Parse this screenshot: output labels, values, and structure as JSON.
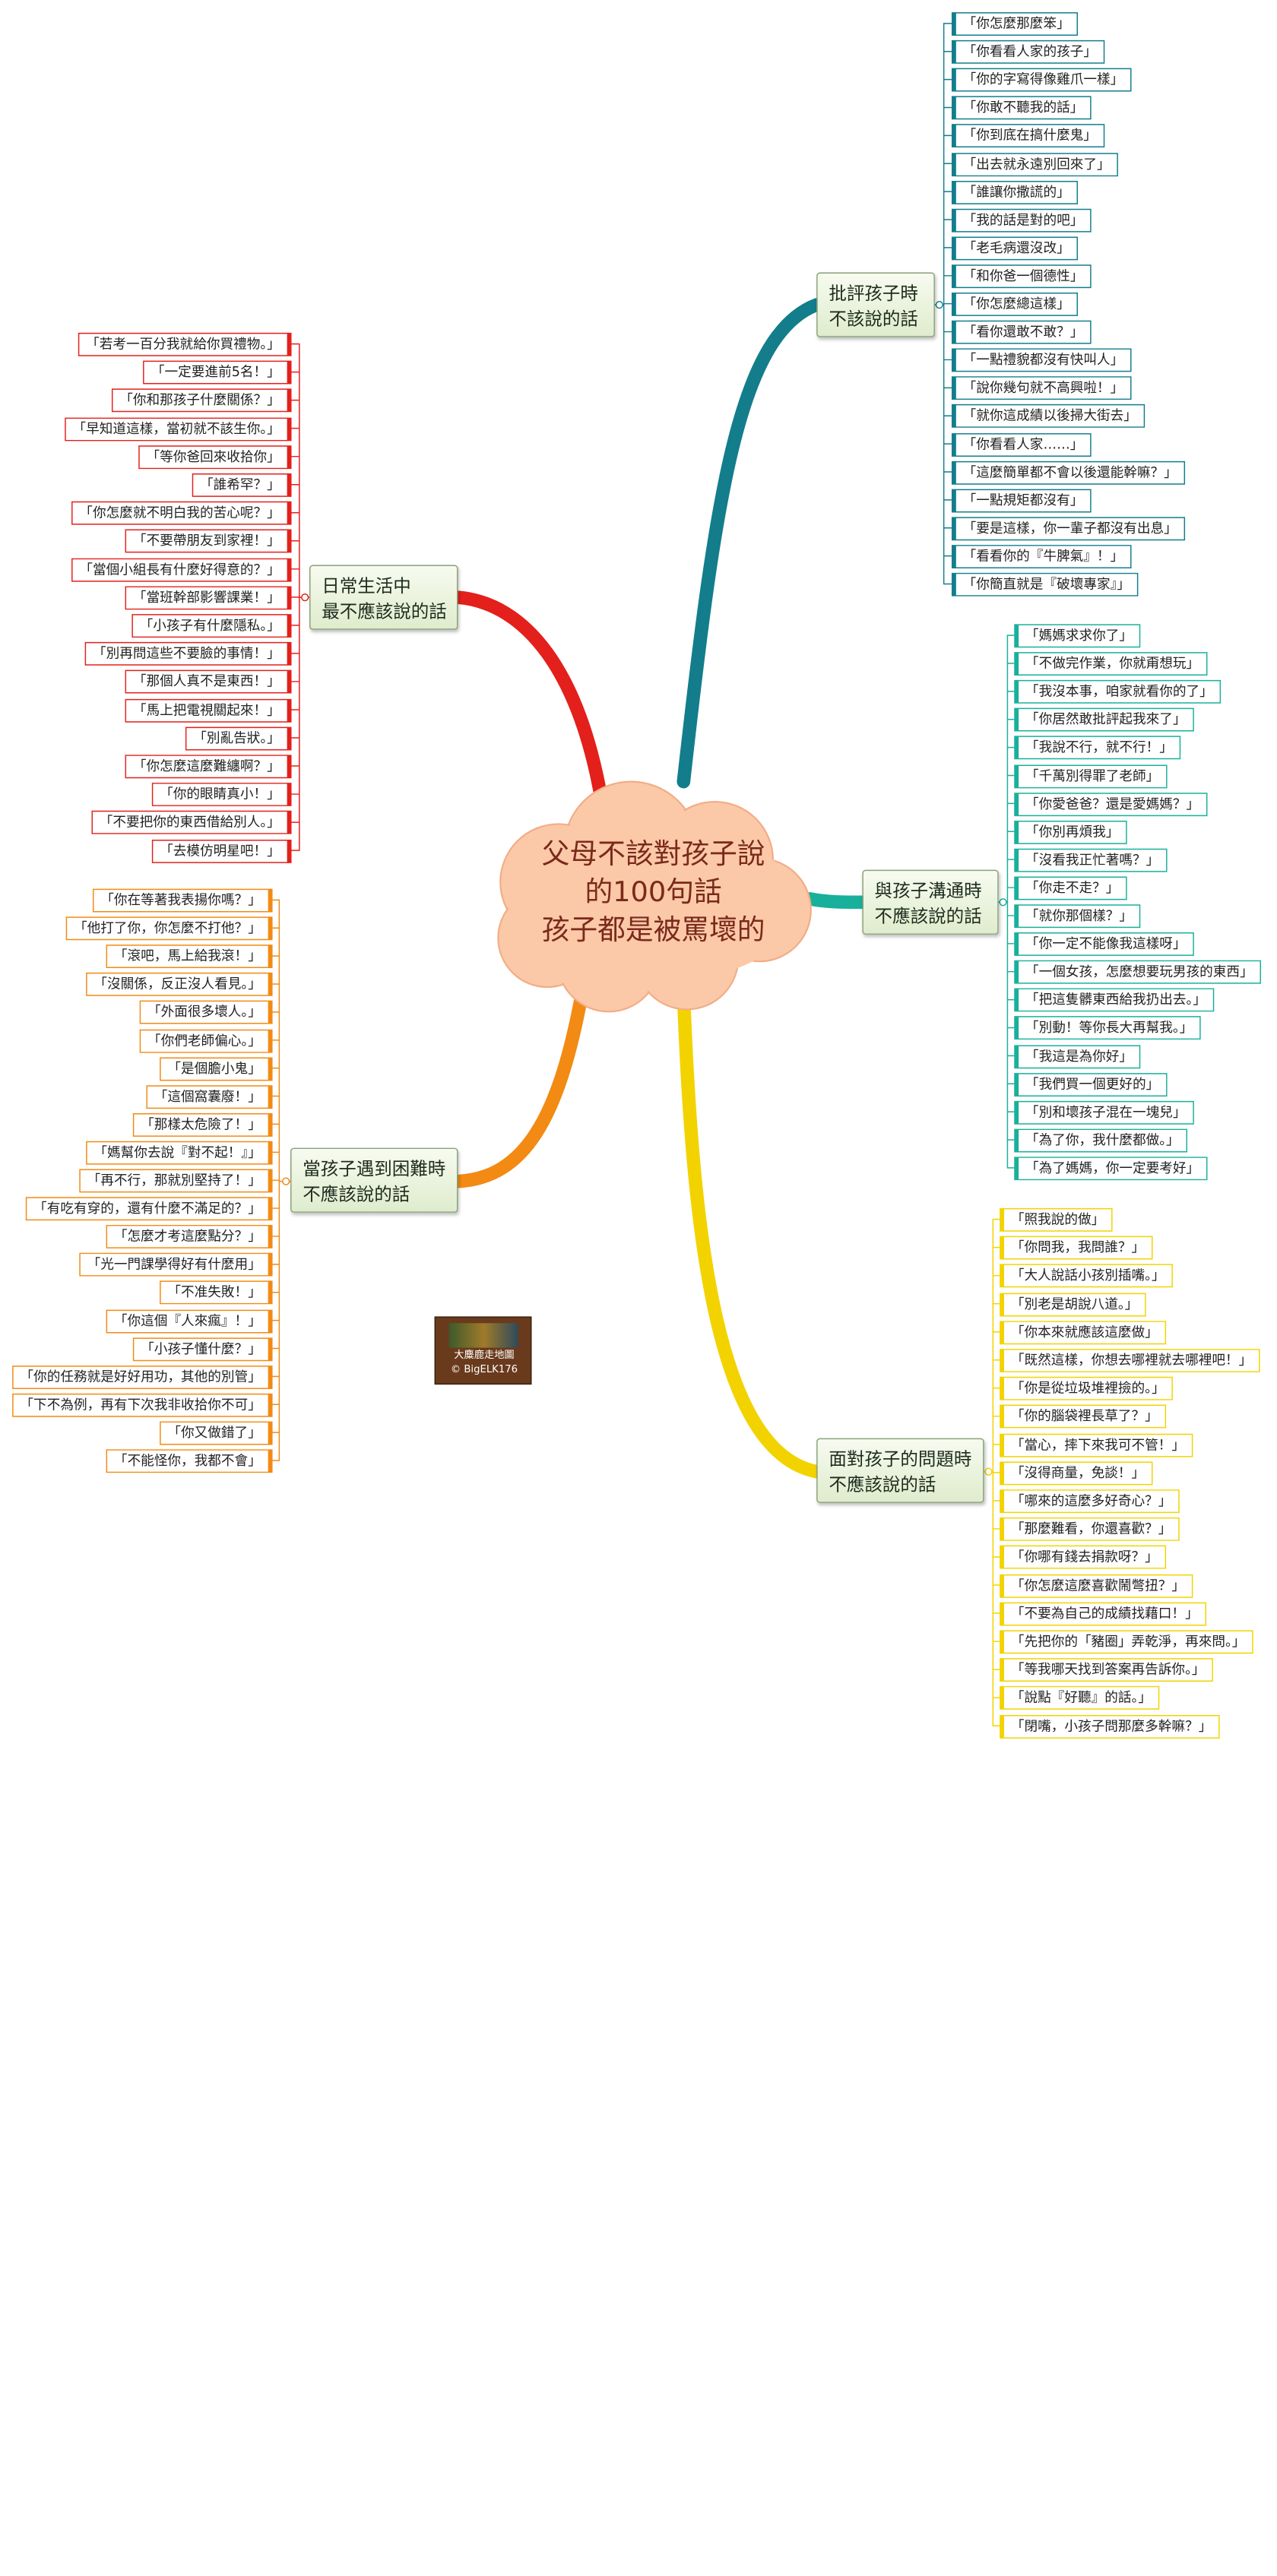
{
  "center": {
    "lines": [
      "父母不該對孩子說",
      "的100句話",
      "孩子都是被罵壞的"
    ]
  },
  "branches": [
    {
      "id": "criticize",
      "color": "#137d8c",
      "lines": [
        "批評孩子時",
        "不該說的話"
      ],
      "items": [
        "「你怎麼那麼笨」",
        "「你看看人家的孩子」",
        "「你的字寫得像雞爪一樣」",
        "「你敢不聽我的話」",
        "「你到底在搞什麼鬼」",
        "「出去就永遠別回來了」",
        "「誰讓你撒謊的」",
        "「我的話是對的吧」",
        "「老毛病還沒改」",
        "「和你爸一個德性」",
        "「你怎麼總這樣」",
        "「看你還敢不敢？」",
        "「一點禮貌都沒有快叫人」",
        "「說你幾句就不高興啦！」",
        "「就你這成績以後掃大街去」",
        "「你看看人家……」",
        "「這麼簡單都不會以後還能幹嘛？」",
        "「一點規矩都沒有」",
        "「要是這樣，你一輩子都沒有出息」",
        "「看看你的『牛脾氣』！」",
        "「你簡直就是『破壞專家』」"
      ]
    },
    {
      "id": "communicate",
      "color": "#19b09b",
      "lines": [
        "與孩子溝通時",
        "不應該說的話"
      ],
      "items": [
        "「媽媽求求你了」",
        "「不做完作業，你就甭想玩」",
        "「我沒本事，咱家就看你的了」",
        "「你居然敢批評起我來了」",
        "「我說不行，就不行！」",
        "「千萬別得罪了老師」",
        "「你愛爸爸？還是愛媽媽？」",
        "「你別再煩我」",
        "「沒看我正忙著嗎？」",
        "「你走不走？」",
        "「就你那個樣？」",
        "「你一定不能像我這樣呀」",
        "「一個女孩，怎麼想要玩男孩的東西」",
        "「把這隻髒東西給我扔出去。」",
        "「別動！等你長大再幫我。」",
        "「我這是為你好」",
        "「我們買一個更好的」",
        "「別和壞孩子混在一塊兒」",
        "「為了你，我什麼都做。」",
        "「為了媽媽，你一定要考好」"
      ]
    },
    {
      "id": "problems",
      "color": "#f2d300",
      "lines": [
        "面對孩子的問題時",
        "不應該說的話"
      ],
      "items": [
        "「照我說的做」",
        "「你問我，我問誰？」",
        "「大人說話小孩別插嘴。」",
        "「別老是胡說八道。」",
        "「你本來就應該這麼做」",
        "「既然這樣，你想去哪裡就去哪裡吧！」",
        "「你是從垃圾堆裡撿的。」",
        "「你的腦袋裡長草了？」",
        "「當心，摔下來我可不管！」",
        "「沒得商量，免談！」",
        "「哪來的這麼多好奇心？」",
        "「那麼難看，你還喜歡？」",
        "「你哪有錢去捐款呀？」",
        "「你怎麼這麼喜歡鬧彆扭？」",
        "「不要為自己的成績找藉口！」",
        "「先把你的「豬圈」弄乾淨，再來問。」",
        "「等我哪天找到答案再告訴你。」",
        "「說點『好聽』的話。」",
        "「閉嘴，小孩子問那麼多幹嘛？」"
      ]
    },
    {
      "id": "daily",
      "color": "#e3201b",
      "lines": [
        "日常生活中",
        "最不應該說的話"
      ],
      "items": [
        "「若考一百分我就給你買禮物。」",
        "「一定要進前5名！」",
        "「你和那孩子什麼關係？」",
        "「早知道這樣，當初就不該生你。」",
        "「等你爸回來收拾你」",
        "「誰希罕？」",
        "「你怎麼就不明白我的苦心呢？」",
        "「不要帶朋友到家裡！」",
        "「當個小組長有什麼好得意的？」",
        "「當班幹部影響課業！」",
        "「小孩子有什麼隱私。」",
        "「別再問這些不要臉的事情！」",
        "「那個人真不是東西！」",
        "「馬上把電視關起來！」",
        "「別亂告狀。」",
        "「你怎麼這麼難纏啊？」",
        "「你的眼睛真小！」",
        "「不要把你的東西借給別人。」",
        "「去模仿明星吧！」"
      ]
    },
    {
      "id": "difficulty",
      "color": "#f28a14",
      "lines": [
        "當孩子遇到困難時",
        "不應該說的話"
      ],
      "items": [
        "「你在等著我表揚你嗎？」",
        "「他打了你，你怎麼不打他？」",
        "「滾吧，馬上給我滾！」",
        "「沒關係，反正沒人看見。」",
        "「外面很多壞人。」",
        "「你們老師偏心。」",
        "「是個膽小鬼」",
        "「這個窩囊廢！」",
        "「那樣太危險了！」",
        "「媽幫你去說『對不起！』」",
        "「再不行，那就別堅持了！」",
        "「有吃有穿的，還有什麼不滿足的？」",
        "「怎麼才考這麼點分？」",
        "「光一門課學得好有什麼用」",
        "「不准失敗！」",
        "「你這個『人來瘋』！」",
        "「小孩子懂什麼？」",
        "「你的任務就是好好用功，其他的別管」",
        "「下不為例，再有下次我非收拾你不可」",
        "「你又做錯了」",
        "「不能怪你，我都不會」"
      ]
    }
  ],
  "logo": {
    "line1": "大麋鹿走地圖",
    "line2": "© BigELK176"
  }
}
